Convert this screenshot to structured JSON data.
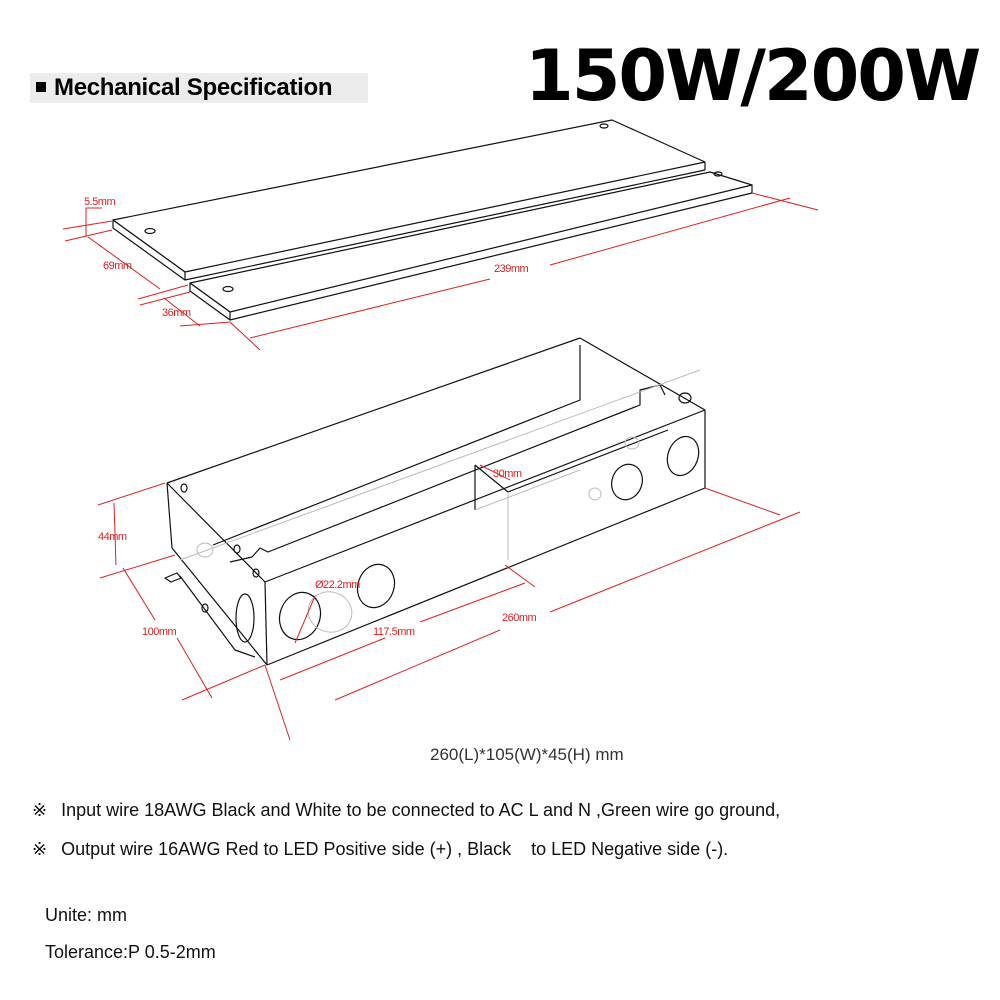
{
  "header": {
    "section_title": "Mechanical Specification",
    "power_title": "150W/200W"
  },
  "diagram": {
    "plate_dims": {
      "thickness": "5.5mm",
      "width_a": "69mm",
      "width_b": "36mm",
      "length": "239mm"
    },
    "box_dims": {
      "height": "44mm",
      "depth": "100mm",
      "hole_diameter": "Ø22.2mm",
      "hole_offset": "117.5mm",
      "length": "260mm",
      "partition": "30mm"
    },
    "colors": {
      "dimension": "#e02020",
      "line": "#111111"
    }
  },
  "caption": "260(L)*105(W)*45(H) mm",
  "notes": [
    {
      "mark": "※",
      "text": "Input wire 18AWG Black and White to be connected to AC L and N ,Green wire go ground,"
    },
    {
      "mark": "※",
      "text": "Output wire 16AWG Red to LED Positive side (+) , Black    to LED Negative side (-)."
    }
  ],
  "units": {
    "unit": "Unite: mm",
    "tolerance": "Tolerance:P 0.5-2mm"
  }
}
